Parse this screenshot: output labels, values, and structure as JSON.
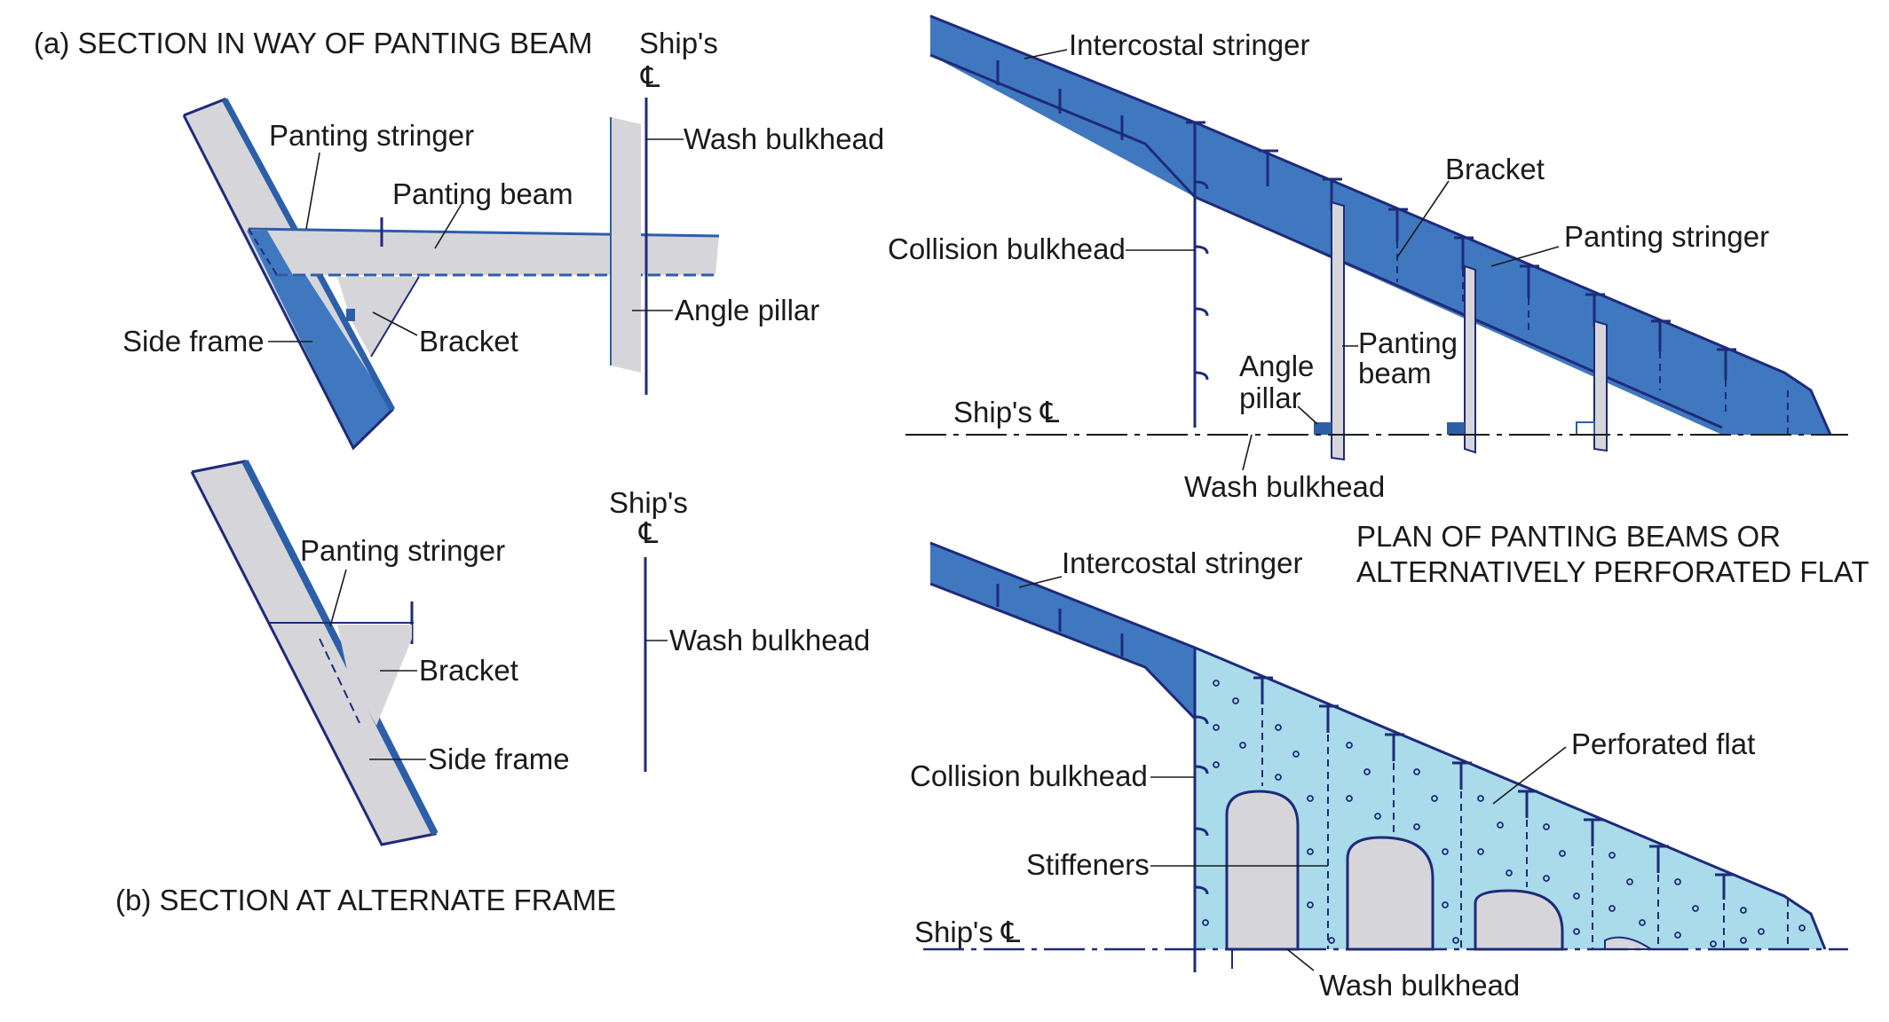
{
  "colors": {
    "steel_blue": "#3f78bf",
    "light_blue": "#a9dbea",
    "grey_plate": "#d6d6da",
    "outline_navy": "#1f2a7a"
  },
  "section_a": {
    "title": "(a) SECTION IN WAY OF PANTING BEAM",
    "ships_cl": "Ship's",
    "cl_symbol": "℄",
    "labels": {
      "panting_stringer": "Panting stringer",
      "panting_beam": "Panting beam",
      "wash_bulkhead": "Wash bulkhead",
      "angle_pillar": "Angle pillar",
      "side_frame": "Side frame",
      "bracket": "Bracket"
    }
  },
  "section_b": {
    "title": "(b) SECTION AT ALTERNATE FRAME",
    "ships_cl": "Ship's",
    "cl_symbol": "℄",
    "labels": {
      "panting_stringer": "Panting stringer",
      "bracket": "Bracket",
      "side_frame": "Side frame",
      "wash_bulkhead": "Wash bulkhead"
    }
  },
  "plan_upper": {
    "labels": {
      "intercostal_stringer": "Intercostal stringer",
      "bracket": "Bracket",
      "panting_stringer": "Panting stringer",
      "collision_bulkhead": "Collision bulkhead",
      "panting_beam_1": "Panting",
      "panting_beam_2": "beam",
      "angle_pillar_1": "Angle",
      "angle_pillar_2": "pillar",
      "ships_cl": "Ship's ℄",
      "wash_bulkhead": "Wash bulkhead"
    }
  },
  "plan_title": {
    "line1": "PLAN OF PANTING BEAMS OR",
    "line2": "ALTERNATIVELY PERFORATED FLAT"
  },
  "plan_lower": {
    "labels": {
      "intercostal_stringer": "Intercostal stringer",
      "perforated_flat": "Perforated flat",
      "collision_bulkhead": "Collision bulkhead",
      "stiffeners": "Stiffeners",
      "ships_cl": "Ship's ℄",
      "wash_bulkhead": "Wash bulkhead"
    }
  }
}
